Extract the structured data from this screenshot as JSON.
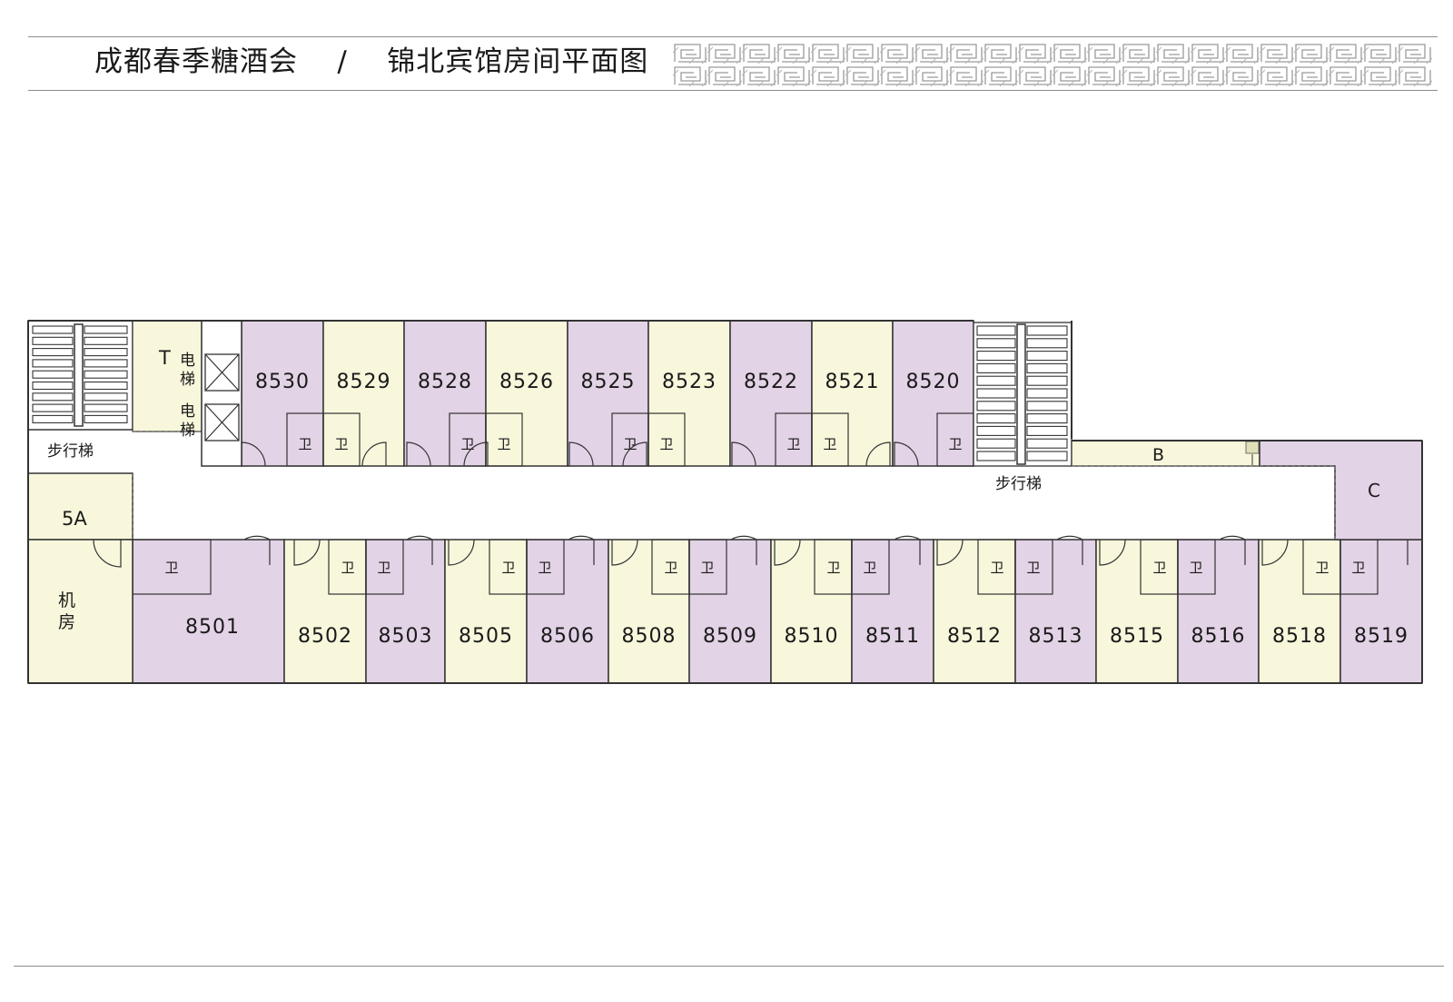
{
  "header": {
    "title": "成都春季糖酒会    /    锦北宾馆房间平面图"
  },
  "colors": {
    "purple": "#e3d3e6",
    "yellow": "#f8f7dc",
    "wall": "#333333"
  },
  "labels": {
    "stair_left": "步行梯",
    "stair_right": "步行梯",
    "elevator": "电梯",
    "t": "T",
    "room_5a": "5A",
    "machine_1": "机",
    "machine_2": "房",
    "b": "B",
    "c": "C",
    "wc": "卫",
    "dian": "电",
    "ti": "梯"
  },
  "rooms_top": [
    {
      "id": "8530",
      "color": "purple"
    },
    {
      "id": "8529",
      "color": "yellow"
    },
    {
      "id": "8528",
      "color": "purple"
    },
    {
      "id": "8526",
      "color": "yellow"
    },
    {
      "id": "8525",
      "color": "purple"
    },
    {
      "id": "8523",
      "color": "yellow"
    },
    {
      "id": "8522",
      "color": "purple"
    },
    {
      "id": "8521",
      "color": "yellow"
    },
    {
      "id": "8520",
      "color": "purple"
    }
  ],
  "rooms_bottom": [
    {
      "id": "8501",
      "color": "purple"
    },
    {
      "id": "8502",
      "color": "yellow"
    },
    {
      "id": "8503",
      "color": "purple"
    },
    {
      "id": "8505",
      "color": "yellow"
    },
    {
      "id": "8506",
      "color": "purple"
    },
    {
      "id": "8508",
      "color": "yellow"
    },
    {
      "id": "8509",
      "color": "purple"
    },
    {
      "id": "8510",
      "color": "yellow"
    },
    {
      "id": "8511",
      "color": "purple"
    },
    {
      "id": "8512",
      "color": "yellow"
    },
    {
      "id": "8513",
      "color": "purple"
    },
    {
      "id": "8515",
      "color": "yellow"
    },
    {
      "id": "8516",
      "color": "purple"
    },
    {
      "id": "8518",
      "color": "yellow"
    },
    {
      "id": "8519",
      "color": "purple"
    }
  ]
}
